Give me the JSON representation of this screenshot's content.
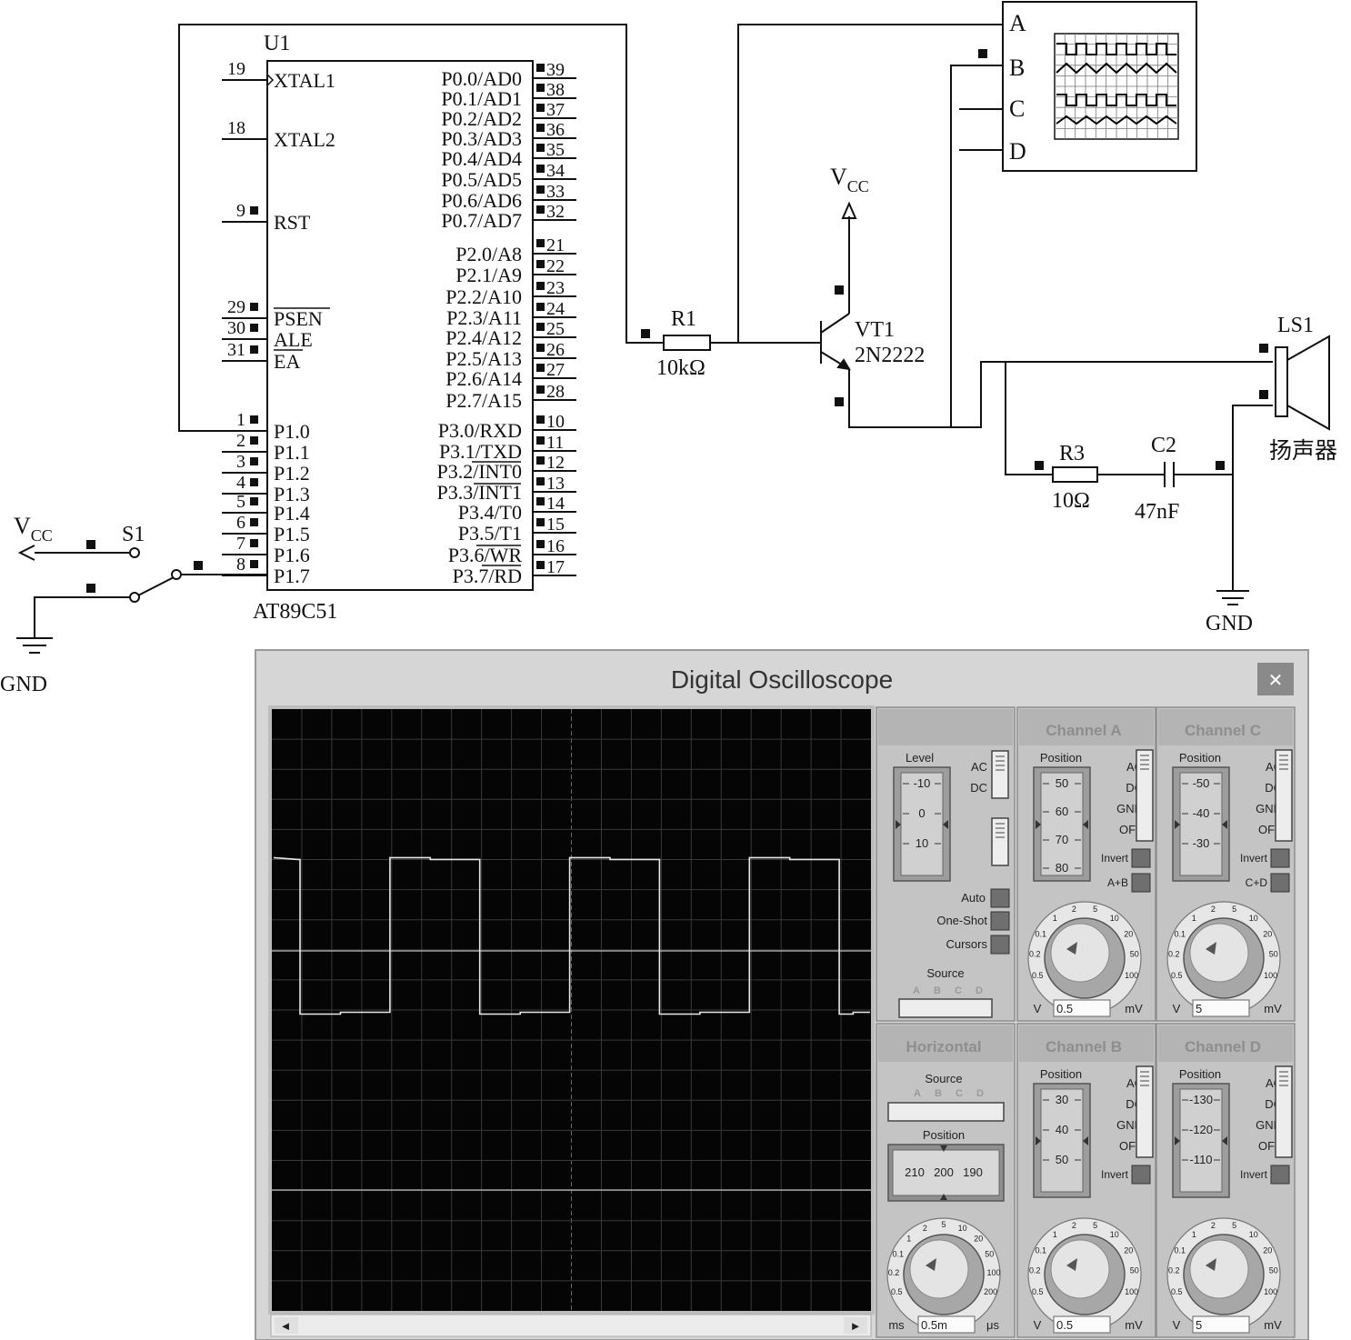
{
  "mcu": {
    "ref": "U1",
    "part": "AT89C51",
    "left_pins": [
      {
        "num": "19",
        "name": "XTAL1"
      },
      {
        "num": "18",
        "name": "XTAL2"
      },
      {
        "num": "9",
        "name": "RST"
      },
      {
        "num": "29",
        "name": "PSEN"
      },
      {
        "num": "30",
        "name": "ALE"
      },
      {
        "num": "31",
        "name": "EA"
      },
      {
        "num": "1",
        "name": "P1.0"
      },
      {
        "num": "2",
        "name": "P1.1"
      },
      {
        "num": "3",
        "name": "P1.2"
      },
      {
        "num": "4",
        "name": "P1.3"
      },
      {
        "num": "5",
        "name": "P1.4"
      },
      {
        "num": "6",
        "name": "P1.5"
      },
      {
        "num": "7",
        "name": "P1.6"
      },
      {
        "num": "8",
        "name": "P1.7"
      }
    ],
    "right_pins": [
      {
        "num": "39",
        "name": "P0.0/AD0"
      },
      {
        "num": "38",
        "name": "P0.1/AD1"
      },
      {
        "num": "37",
        "name": "P0.2/AD2"
      },
      {
        "num": "36",
        "name": "P0.3/AD3"
      },
      {
        "num": "35",
        "name": "P0.4/AD4"
      },
      {
        "num": "34",
        "name": "P0.5/AD5"
      },
      {
        "num": "33",
        "name": "P0.6/AD6"
      },
      {
        "num": "32",
        "name": "P0.7/AD7"
      },
      {
        "num": "21",
        "name": "P2.0/A8"
      },
      {
        "num": "22",
        "name": "P2.1/A9"
      },
      {
        "num": "23",
        "name": "P2.2/A10"
      },
      {
        "num": "24",
        "name": "P2.3/A11"
      },
      {
        "num": "25",
        "name": "P2.4/A12"
      },
      {
        "num": "26",
        "name": "P2.5/A13"
      },
      {
        "num": "27",
        "name": "P2.6/A14"
      },
      {
        "num": "28",
        "name": "P2.7/A15"
      },
      {
        "num": "10",
        "name": "P3.0/RXD"
      },
      {
        "num": "11",
        "name": "P3.1/TXD"
      },
      {
        "num": "12",
        "name": "P3.2/INT0"
      },
      {
        "num": "13",
        "name": "P3.3/INT1"
      },
      {
        "num": "14",
        "name": "P3.4/T0"
      },
      {
        "num": "15",
        "name": "P3.5/T1"
      },
      {
        "num": "16",
        "name": "P3.6/WR"
      },
      {
        "num": "17",
        "name": "P3.7/RD"
      }
    ]
  },
  "components": {
    "r1_ref": "R1",
    "r1_val": "10kΩ",
    "vt1_ref": "VT1",
    "vt1_part": "2N2222",
    "r3_ref": "R3",
    "r3_val": "10Ω",
    "c2_ref": "C2",
    "c2_val": "47nF",
    "ls1_ref": "LS1",
    "ls1_name": "扬声器",
    "s1_ref": "S1",
    "vcc_main": "V",
    "vcc_sub": "CC",
    "gnd": "GND"
  },
  "scope_symbol": {
    "channels": [
      "A",
      "B",
      "C",
      "D"
    ]
  },
  "osc_window": {
    "title": "Digital Oscilloscope",
    "close_glyph": "✕",
    "trigger": {
      "level_label": "Level",
      "level_ticks": [
        "-10",
        "0",
        "10"
      ],
      "coupling": [
        "AC",
        "DC"
      ],
      "auto": "Auto",
      "one_shot": "One-Shot",
      "cursors": "Cursors",
      "source_label": "Source",
      "source_opts": [
        "A",
        "B",
        "C",
        "D"
      ]
    },
    "horizontal": {
      "title": "Horizontal",
      "source_label": "Source",
      "source_opts": [
        "A",
        "B",
        "C",
        "D"
      ],
      "position_label": "Position",
      "position_ticks": [
        "210",
        "200",
        "190"
      ],
      "dial_ticks": [
        "0.5",
        "0.2",
        "0.1",
        "1",
        "2",
        "5",
        "10",
        "20",
        "50",
        "100",
        "200"
      ],
      "unit_left": "ms",
      "unit_right": "μs",
      "value": "0.5m"
    },
    "channels": [
      {
        "title": "Channel A",
        "position_label": "Position",
        "ticks": [
          "50",
          "60",
          "70",
          "80"
        ],
        "modes": [
          "AC",
          "DC",
          "GND",
          "OFF"
        ],
        "invert": "Invert",
        "combine": "A+B",
        "unit_left": "V",
        "unit_right": "mV",
        "value": "0.5"
      },
      {
        "title": "Channel C",
        "position_label": "Position",
        "ticks": [
          "-50",
          "-40",
          "-30"
        ],
        "modes": [
          "AC",
          "DC",
          "GND",
          "OFF"
        ],
        "invert": "Invert",
        "combine": "C+D",
        "unit_left": "V",
        "unit_right": "mV",
        "value": "5"
      },
      {
        "title": "Channel B",
        "position_label": "Position",
        "ticks": [
          "30",
          "40",
          "50"
        ],
        "modes": [
          "AC",
          "DC",
          "GND",
          "OFF"
        ],
        "invert": "Invert",
        "combine": "",
        "unit_left": "V",
        "unit_right": "mV",
        "value": "0.5"
      },
      {
        "title": "Channel D",
        "position_label": "Position",
        "ticks": [
          "-130",
          "-120",
          "-110"
        ],
        "modes": [
          "AC",
          "DC",
          "GND",
          "OFF"
        ],
        "invert": "Invert",
        "combine": "",
        "unit_left": "V",
        "unit_right": "mV",
        "value": "5"
      }
    ],
    "volt_dial_ticks": [
      "0.5",
      "0.2",
      "0.1",
      "1",
      "2",
      "5",
      "10",
      "20",
      "50",
      "100"
    ],
    "waveform": {
      "type": "square",
      "period_divisions": 6.0,
      "high_div": 3.1,
      "low_div": -2.1,
      "duty": 0.5
    },
    "scroll_left": "◄",
    "scroll_right": "►"
  }
}
